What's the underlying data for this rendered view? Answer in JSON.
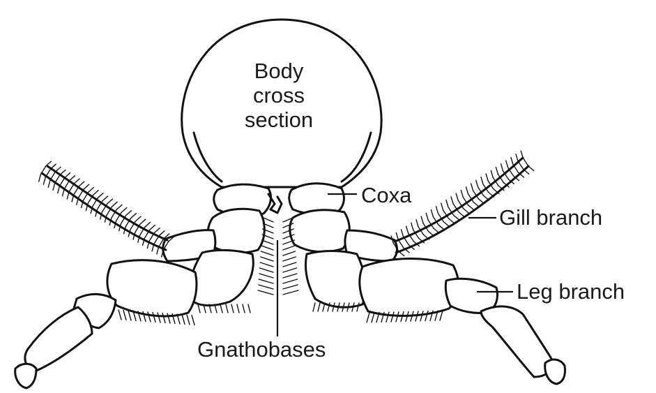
{
  "labels": {
    "body": [
      "Body",
      "cross",
      "section"
    ],
    "coxa": "Coxa",
    "gill": "Gill branch",
    "leg": "Leg branch",
    "gnathobases": "Gnathobases"
  }
}
